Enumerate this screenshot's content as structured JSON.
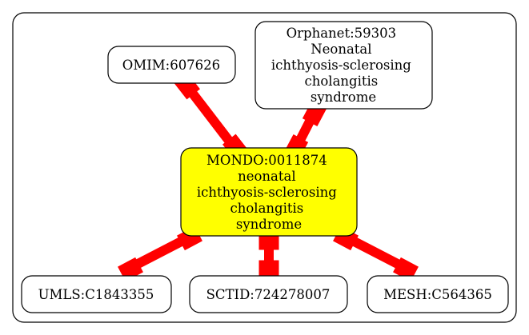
{
  "graph": {
    "edge_color": "#ff0000",
    "center_fill": "#ffff00",
    "nodes": {
      "omim": {
        "lines": [
          "OMIM:607626"
        ]
      },
      "orphanet": {
        "lines": [
          "Orphanet:59303",
          "Neonatal",
          "ichthyosis-sclerosing",
          "cholangitis",
          "syndrome"
        ]
      },
      "mondo": {
        "lines": [
          "MONDO:0011874",
          "neonatal",
          "ichthyosis-sclerosing",
          "cholangitis",
          "syndrome"
        ]
      },
      "umls": {
        "lines": [
          "UMLS:C1843355"
        ]
      },
      "sctid": {
        "lines": [
          "SCTID:724278007"
        ]
      },
      "mesh": {
        "lines": [
          "MESH:C564365"
        ]
      }
    },
    "edges": [
      {
        "from": "omim",
        "to": "mondo"
      },
      {
        "from": "orphanet",
        "to": "mondo"
      },
      {
        "from": "mondo",
        "to": "umls"
      },
      {
        "from": "mondo",
        "to": "sctid"
      },
      {
        "from": "mondo",
        "to": "mesh"
      }
    ]
  }
}
